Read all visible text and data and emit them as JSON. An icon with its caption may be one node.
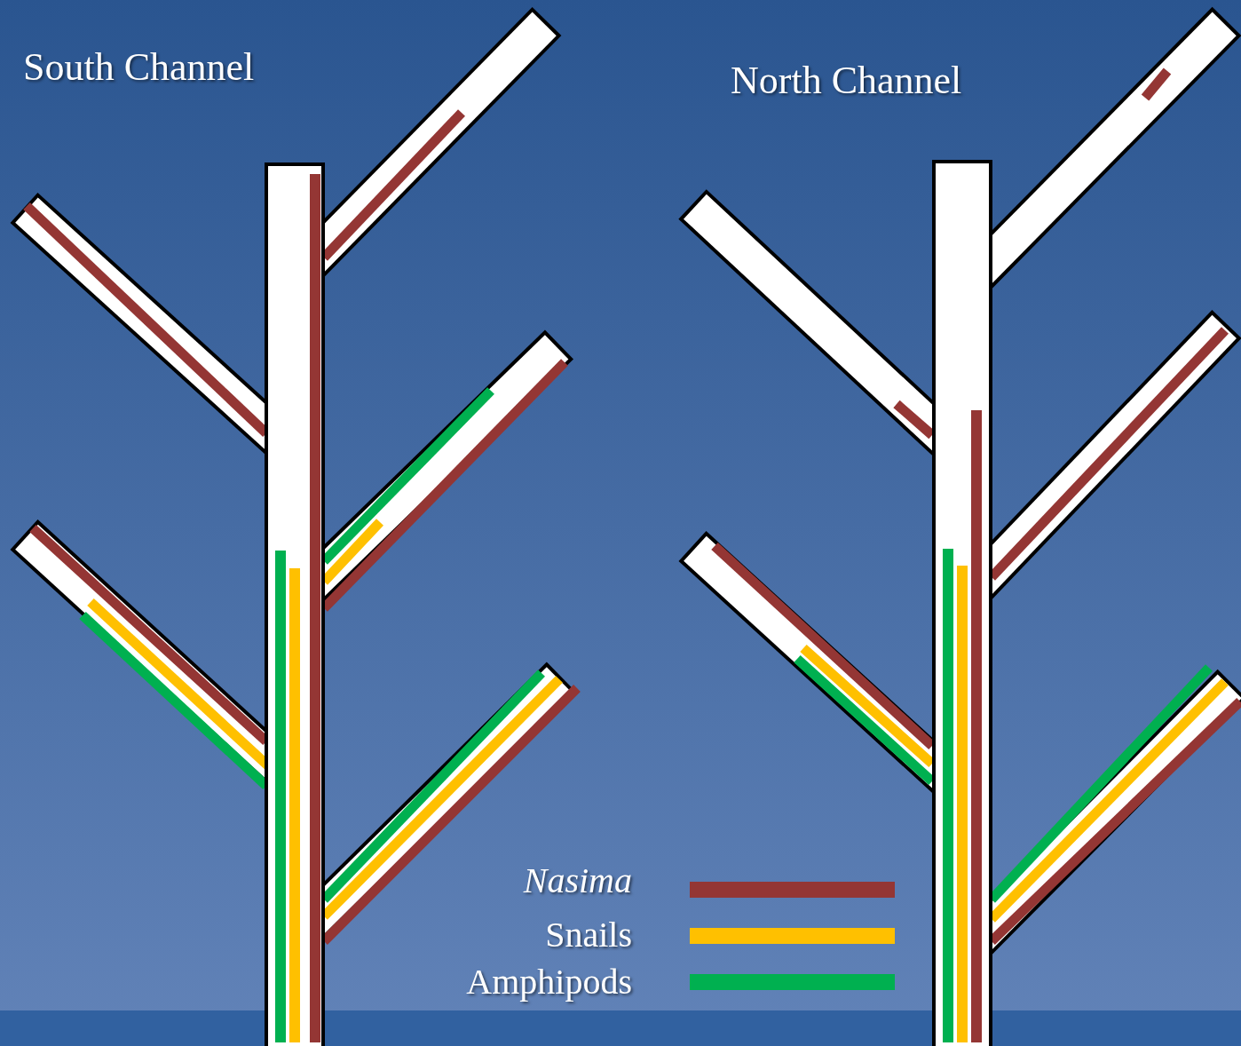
{
  "diagram": {
    "labels": [
      "South Channel",
      "North Channel"
    ],
    "legend": [
      {
        "text": "Nasima",
        "color": "#943634"
      },
      {
        "text": "Snails",
        "color": "#ffc000"
      },
      {
        "text": "Amphipods",
        "color": "#00b050"
      }
    ]
  }
}
